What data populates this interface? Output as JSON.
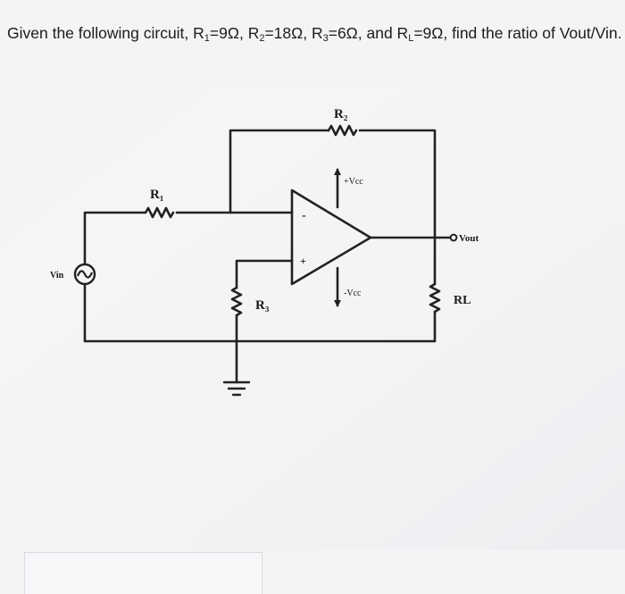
{
  "question": {
    "intro": "Given the following circuit, ",
    "r1_sym": "R",
    "r1_sub": "1",
    "r1_val": "=9Ω, ",
    "r2_sym": "R",
    "r2_sub": "2",
    "r2_val": "=18Ω, ",
    "r3_sym": "R",
    "r3_sub": "3",
    "r3_val": "=6Ω, and ",
    "rl_sym": "R",
    "rl_sub": "L",
    "rl_val": "=9Ω, find the ratio of Vout/Vin."
  },
  "circuit": {
    "labels": {
      "r1": "R₁",
      "r2": "R₂",
      "r3": "R₃",
      "rl": "RL",
      "vin": "Vin",
      "vout": "Vout",
      "vcc_pos": "+Vcc",
      "vcc_neg": "-Vcc",
      "minus": "-",
      "plus": "+"
    }
  }
}
